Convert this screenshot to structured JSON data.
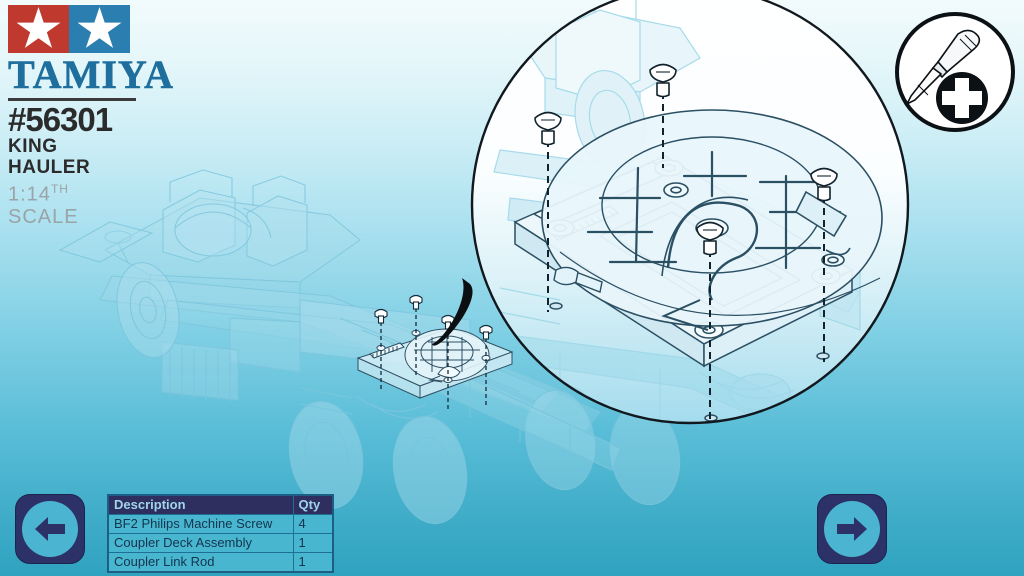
{
  "brand": {
    "name": "TAMIYA",
    "kit_number": "#56301",
    "kit_name": "KING HAULER",
    "scale_prefix": "1:14",
    "scale_sup": "TH",
    "scale_suffix": " SCALE",
    "star_left_color": "#c0392f",
    "star_right_color": "#2b7fb0",
    "wordmark_color": "#1f6f9e"
  },
  "tool_callout": {
    "icon": "phillips-screwdriver-icon",
    "screw_head": "phillips-cross"
  },
  "parts_table": {
    "columns": [
      "Description",
      "Qty"
    ],
    "rows": [
      {
        "description": "BF2 Philips Machine Screw",
        "qty": "4"
      },
      {
        "description": "Coupler Deck Assembly",
        "qty": "1"
      },
      {
        "description": "Coupler Link Rod",
        "qty": "1"
      }
    ],
    "header_bg": "#2e2f5e",
    "header_fg": "#9fd4ea",
    "row_bg": "#49b6cf",
    "row_fg": "#14344f"
  },
  "navigation": {
    "prev_label": "Previous step",
    "prev_icon": "arrow-left-icon",
    "next_label": "Next step",
    "next_icon": "arrow-right-icon",
    "button_bg": "#2c3268",
    "disc_bg": "#4bb4d0"
  },
  "illustration": {
    "subject": "King Hauler truck chassis with coupler deck (fifth wheel) assembly",
    "magnifier_label": "magnified-detail-lens",
    "screw_count": 4,
    "background_top": "#f2fbfc",
    "background_bottom": "#2fa3c0"
  }
}
